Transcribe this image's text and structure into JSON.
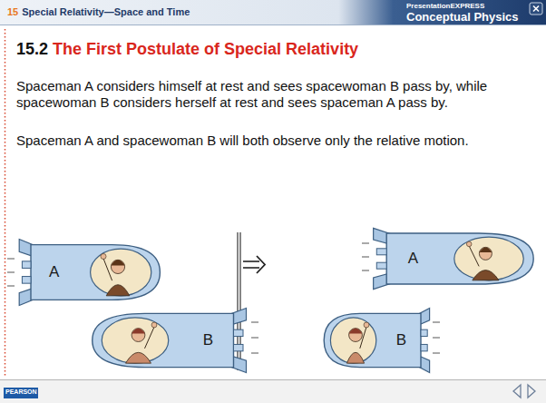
{
  "diagram": {
    "title": "The First Postulate of Special Relativity",
    "nodes": [
      {
        "text": [
          "A"
        ]
      },
      {
        "text": [
          "B"
        ]
      },
      {
        "text": [
          "A"
        ]
      },
      {
        "text": [
          "B"
        ]
      }
    ],
    "labels": [
      "15",
      "Special Relativity—Space and Time",
      "PresentationEXPRESS",
      "Conceptual Physics",
      "15.2",
      "Spaceman A considers himself at rest and sees spacewoman B pass by, while spacewoman B considers herself at rest and sees spaceman A pass by.",
      "Spaceman A and spacewoman B will both observe only the relative motion.",
      "PEARSON"
    ]
  }
}
